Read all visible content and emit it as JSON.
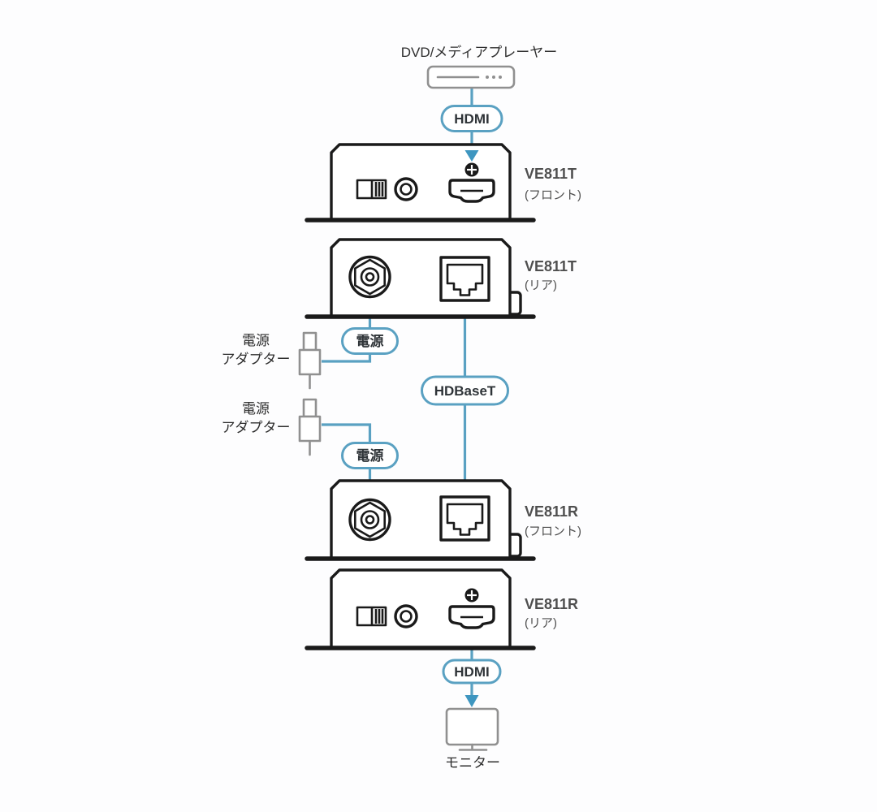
{
  "diagram": {
    "title_note": "HDBaseT extender connection diagram",
    "source_device": {
      "label": "DVD/メディアプレーヤー"
    },
    "badges": {
      "hdmi_in": "HDMI",
      "power_1": "電源",
      "hdbaset": "HDBaseT",
      "power_2": "電源",
      "hdmi_out": "HDMI"
    },
    "power_adapters": [
      {
        "label_line1": "電源",
        "label_line2": "アダプター"
      },
      {
        "label_line1": "電源",
        "label_line2": "アダプター"
      }
    ],
    "devices": [
      {
        "model": "VE811T",
        "view": "(フロント)"
      },
      {
        "model": "VE811T",
        "view": "(リア)"
      },
      {
        "model": "VE811R",
        "view": "(フロント)"
      },
      {
        "model": "VE811R",
        "view": "(リア)"
      }
    ],
    "sink_device": {
      "label": "モニター"
    },
    "colors": {
      "cable_blue": "#5aa1c2",
      "arrow_blue": "#3e96c0",
      "outline_black": "#1a1a1a",
      "icon_gray": "#909090",
      "text_dark": "#2e2e2e",
      "model_gray": "#4f4f4f"
    }
  }
}
